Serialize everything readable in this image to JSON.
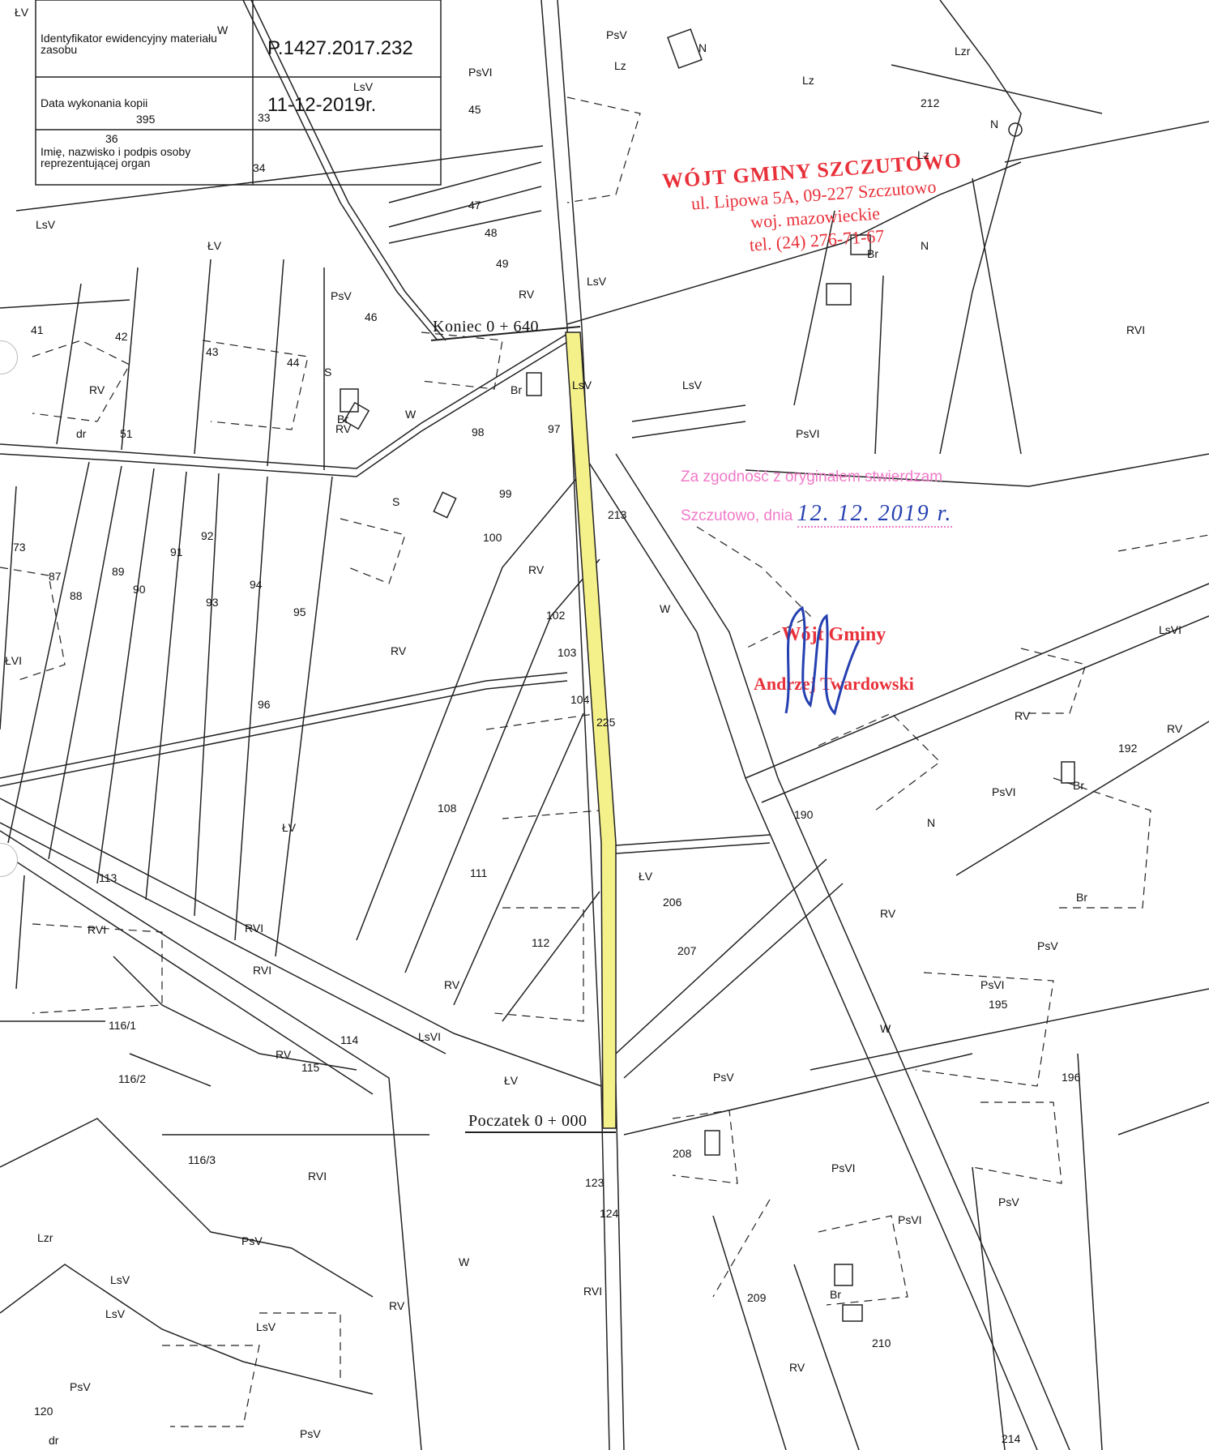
{
  "header_table": {
    "rows": [
      {
        "label": "Identyfikator ewidencyjny materiału zasobu",
        "value": "P.1427.2017.232"
      },
      {
        "label": "Data wykonania kopii",
        "value": "11-12-2019r."
      },
      {
        "label": "Imię, nazwisko i podpis osoby reprezentującej organ",
        "value": ""
      }
    ]
  },
  "route": {
    "end_label": "Koniec  0 + 640",
    "start_label": "Poczatek 0 + 000",
    "highlight_color": "#f4f08a"
  },
  "stamp_authority": {
    "title": "WÓJT GMINY SZCZUTOWO",
    "address": "ul. Lipowa 5A, 09-227 Szczutowo",
    "region": "woj. mazowieckie",
    "phone": "tel. (24) 276-71-67",
    "color": "#e8313a"
  },
  "stamp_certification": {
    "line1": "Za zgodność z oryginałem stwierdzam",
    "line2_prefix": "Szczutowo, dnia",
    "date": "12. 12. 2019 r.",
    "color": "#f07ac8"
  },
  "stamp_signatory": {
    "role": "Wójt Gminy",
    "name": "Andrzej Twardowski"
  },
  "parcels": [
    {
      "id": "p41",
      "text": "41"
    },
    {
      "id": "p42",
      "text": "42"
    },
    {
      "id": "p43",
      "text": "43"
    },
    {
      "id": "p44",
      "text": "44"
    },
    {
      "id": "p45",
      "text": "45"
    },
    {
      "id": "p46",
      "text": "46"
    },
    {
      "id": "p47",
      "text": "47"
    },
    {
      "id": "p48",
      "text": "48"
    },
    {
      "id": "p49",
      "text": "49"
    },
    {
      "id": "p51",
      "text": "51"
    },
    {
      "id": "p73",
      "text": "73"
    },
    {
      "id": "p87",
      "text": "87"
    },
    {
      "id": "p88",
      "text": "88"
    },
    {
      "id": "p89",
      "text": "89"
    },
    {
      "id": "p90",
      "text": "90"
    },
    {
      "id": "p91",
      "text": "91"
    },
    {
      "id": "p92",
      "text": "92"
    },
    {
      "id": "p93",
      "text": "93"
    },
    {
      "id": "p94",
      "text": "94"
    },
    {
      "id": "p95",
      "text": "95"
    },
    {
      "id": "p96",
      "text": "96"
    },
    {
      "id": "p97",
      "text": "97"
    },
    {
      "id": "p98",
      "text": "98"
    },
    {
      "id": "p99",
      "text": "99"
    },
    {
      "id": "p100",
      "text": "100"
    },
    {
      "id": "p102",
      "text": "102"
    },
    {
      "id": "p103",
      "text": "103"
    },
    {
      "id": "p104",
      "text": "104"
    },
    {
      "id": "p108",
      "text": "108"
    },
    {
      "id": "p111",
      "text": "111"
    },
    {
      "id": "p112",
      "text": "112"
    },
    {
      "id": "p113",
      "text": "113"
    },
    {
      "id": "p114",
      "text": "114"
    },
    {
      "id": "p115",
      "text": "115"
    },
    {
      "id": "p116_1",
      "text": "116/1"
    },
    {
      "id": "p116_2",
      "text": "116/2"
    },
    {
      "id": "p116_3",
      "text": "116/3"
    },
    {
      "id": "p120",
      "text": "120"
    },
    {
      "id": "p123",
      "text": "123"
    },
    {
      "id": "p124",
      "text": "124"
    },
    {
      "id": "p190",
      "text": "190"
    },
    {
      "id": "p192",
      "text": "192"
    },
    {
      "id": "p195",
      "text": "195"
    },
    {
      "id": "p196",
      "text": "196"
    },
    {
      "id": "p206",
      "text": "206"
    },
    {
      "id": "p207",
      "text": "207"
    },
    {
      "id": "p208",
      "text": "208"
    },
    {
      "id": "p209",
      "text": "209"
    },
    {
      "id": "p210",
      "text": "210"
    },
    {
      "id": "p212",
      "text": "212"
    },
    {
      "id": "p213",
      "text": "213"
    },
    {
      "id": "p214",
      "text": "214"
    },
    {
      "id": "p225",
      "text": "225"
    },
    {
      "id": "p395",
      "text": "395"
    },
    {
      "id": "p33",
      "text": "33"
    },
    {
      "id": "p34",
      "text": "34"
    },
    {
      "id": "p36",
      "text": "36"
    }
  ],
  "land_classes": [
    {
      "id": "c1",
      "text": "PsV"
    },
    {
      "id": "c2",
      "text": "PsVI"
    },
    {
      "id": "c3",
      "text": "LsV"
    },
    {
      "id": "c4",
      "text": "LsVI"
    },
    {
      "id": "c5",
      "text": "RV"
    },
    {
      "id": "c6",
      "text": "RVI"
    },
    {
      "id": "c7",
      "text": "ŁV"
    },
    {
      "id": "c8",
      "text": "ŁVI"
    },
    {
      "id": "c9",
      "text": "Lzr"
    },
    {
      "id": "c10",
      "text": "Br"
    },
    {
      "id": "c11",
      "text": "S"
    },
    {
      "id": "c12",
      "text": "W"
    },
    {
      "id": "c13",
      "text": "N"
    },
    {
      "id": "c14",
      "text": "dr"
    },
    {
      "id": "c15",
      "text": "Lz"
    }
  ]
}
